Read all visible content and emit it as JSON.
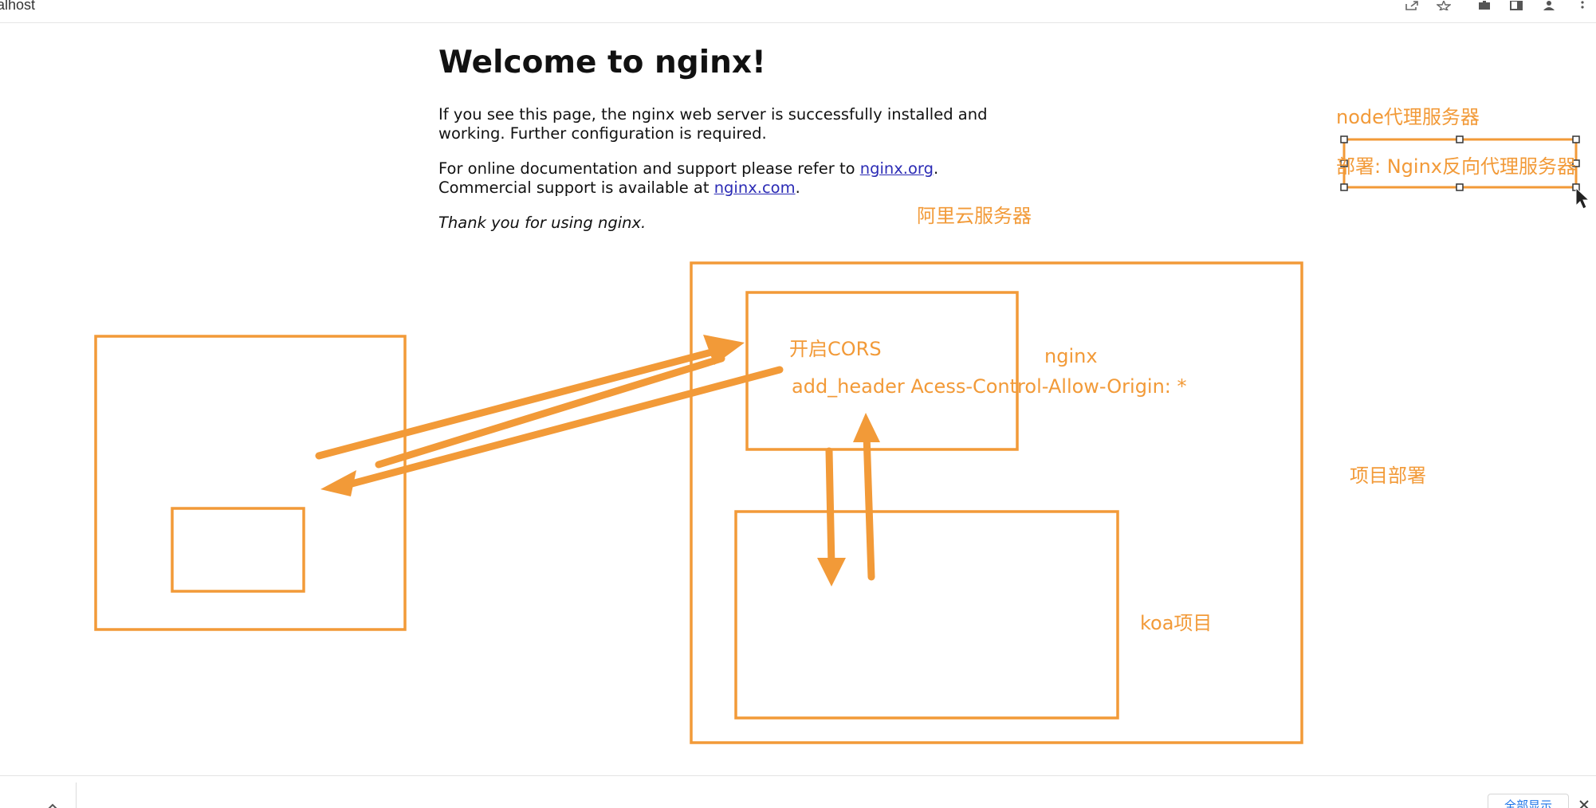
{
  "browser": {
    "address_fragment": "alhost",
    "toolbar_icons": [
      "share-icon",
      "star-icon",
      "extensions-icon",
      "sidebar-icon",
      "profile-icon",
      "menu-icon"
    ]
  },
  "nginx_page": {
    "title": "Welcome to nginx!",
    "para1": "If you see this page, the nginx web server is successfully installed and working. Further configuration is required.",
    "para2_prefix": "For online documentation and support please refer to ",
    "para2_link": "nginx.org",
    "para2_suffix": ".",
    "para3_prefix": "Commercial support is available at ",
    "para3_link": "nginx.com",
    "para3_suffix": ".",
    "thanks": "Thank you for using nginx."
  },
  "annotations": {
    "node_proxy": "node代理服务器",
    "deploy": "部署: Nginx反向代理服务器",
    "aliyun": "阿里云服务器",
    "enable_cors": "开启CORS",
    "nginx_label": "nginx",
    "add_header": "add_header Acess-Control-Allow-Origin: *",
    "project_deploy": "项目部署",
    "koa": "koa项目"
  },
  "colors": {
    "annotation": "#f29a38",
    "link": "#2b2bb5"
  },
  "bottom_bar": {
    "show_all": "全部显示"
  }
}
